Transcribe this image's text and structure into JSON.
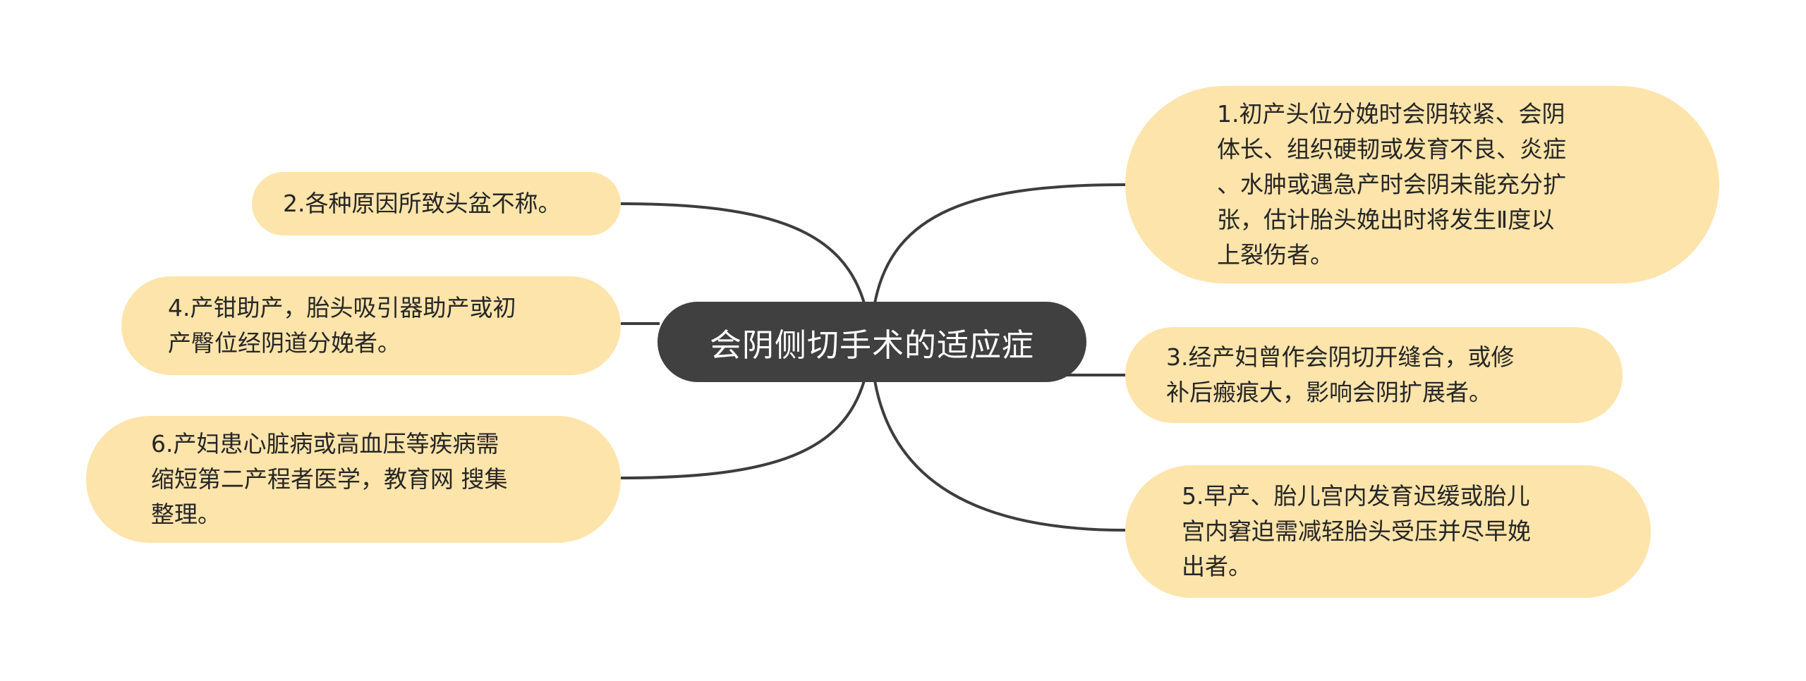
{
  "mindmap": {
    "center": {
      "label": "会阴侧切手术的适应症"
    },
    "right_nodes": [
      {
        "id": 1,
        "label": "1.初产头位分娩时会阴较紧、会阴\n体长、组织硬韧或发育不良、炎症\n、水肿或遇急产时会阴未能充分扩\n张，估计胎头娩出时将发生Ⅱ度以\n上裂伤者。"
      },
      {
        "id": 3,
        "label": "3.经产妇曾作会阴切开缝合，或修\n补后瘢痕大，影响会阴扩展者。"
      },
      {
        "id": 5,
        "label": "5.早产、胎儿宫内发育迟缓或胎儿\n宫内窘迫需减轻胎头受压并尽早娩\n出者。"
      }
    ],
    "left_nodes": [
      {
        "id": 2,
        "label": "2.各种原因所致头盆不称。"
      },
      {
        "id": 4,
        "label": "4.产钳助产，胎头吸引器助产或初\n产臀位经阴道分娩者。"
      },
      {
        "id": 6,
        "label": "6.产妇患心脏病或高血压等疾病需\n缩短第二产程者医学，教育网 搜集\n整理。"
      }
    ]
  },
  "colors": {
    "center_fill": "#404040",
    "center_text": "#ffffff",
    "node_fill": "#fde4ab",
    "node_text": "#262626",
    "connector": "#3d3d3d",
    "background": "#ffffff"
  }
}
